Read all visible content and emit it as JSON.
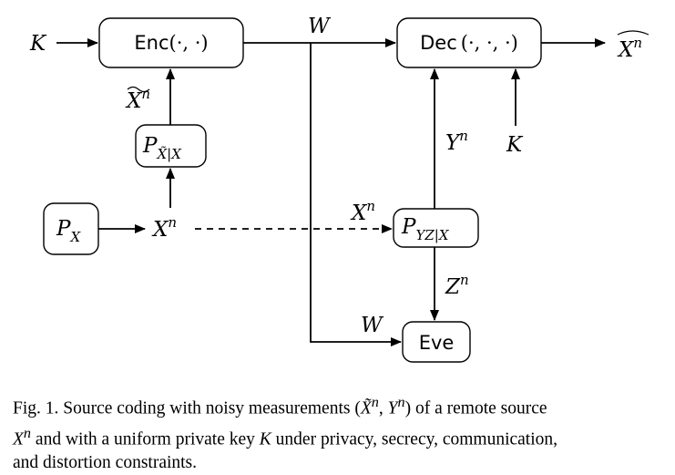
{
  "blocks": {
    "encoder": "Enc",
    "encoder_args": "(·, ·)",
    "decoder": "Dec",
    "decoder_args": "(·, ·, ·)",
    "eavesdropper": "Eve"
  },
  "symbols": {
    "key": "K",
    "message": "W",
    "source": "X",
    "noisy_measurement": "X̃",
    "decoder_measurement": "Y",
    "eve_measurement": "Z",
    "estimate": "X̂",
    "superscript_n": "n",
    "prob_P": "P",
    "sub_x": "X",
    "sub_xtilde_given_x": "X̃|X",
    "sub_yz_given_x": "YZ|X"
  },
  "caption": {
    "label": "Fig. 1.",
    "line1": "Source coding with noisy measurements",
    "open_paren": "(",
    "comma": ",",
    "close_paren": ")",
    "of_remote": "of a remote source",
    "line2": "and with a uniform private key",
    "line2b": "under privacy, secrecy, communication,",
    "line3": "and distortion constraints."
  }
}
